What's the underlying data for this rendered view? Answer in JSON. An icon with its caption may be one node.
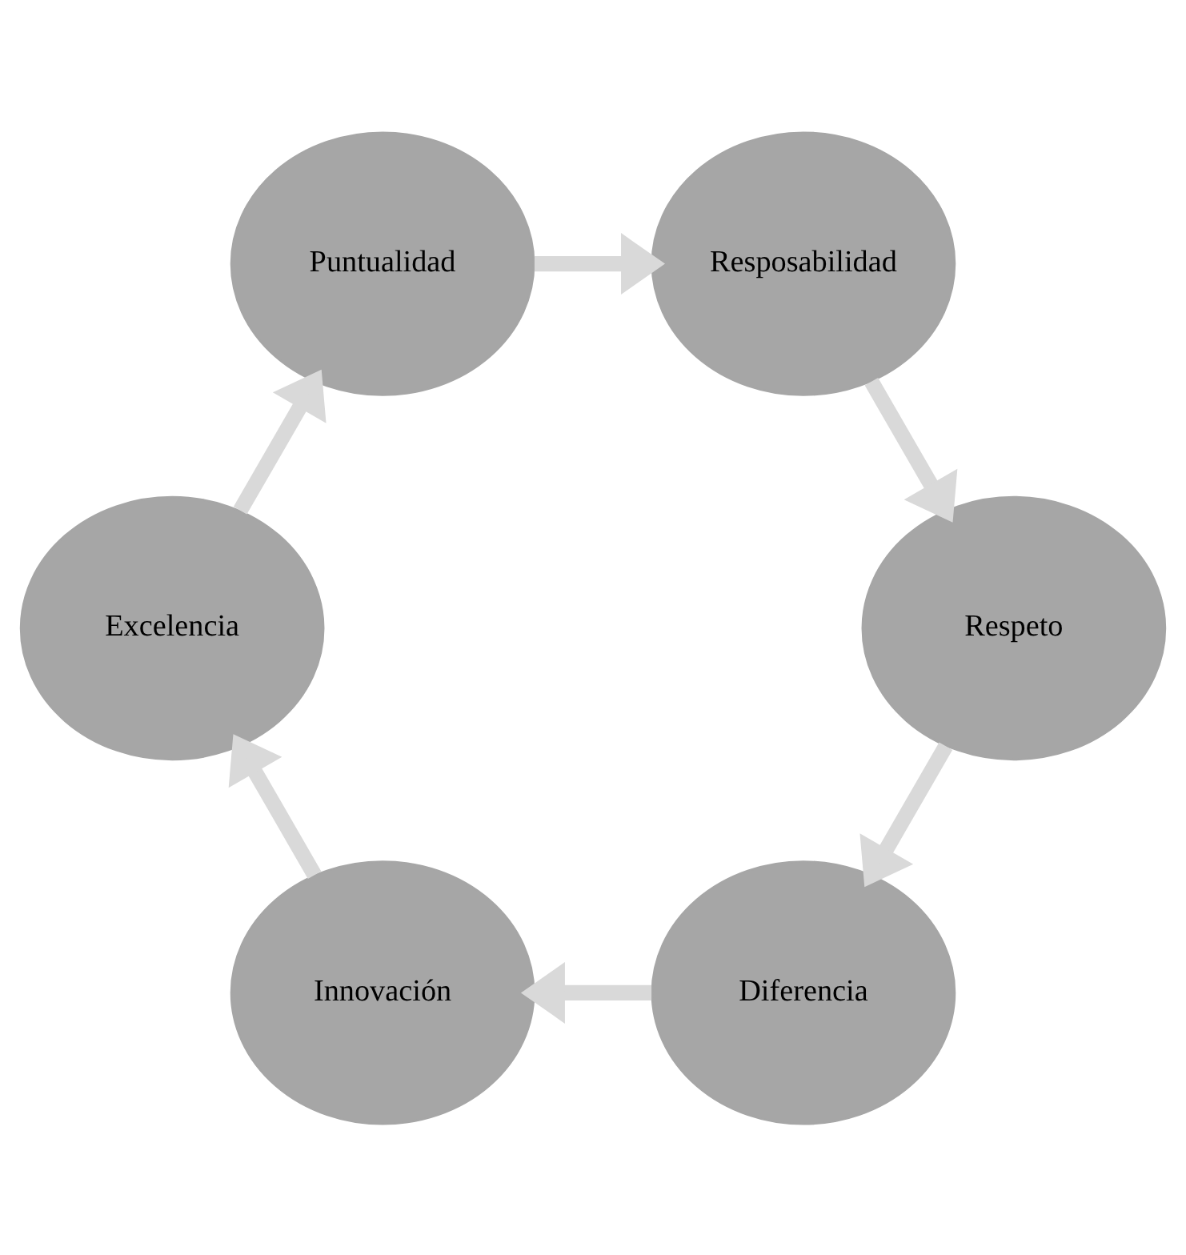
{
  "diagram": {
    "nodes": [
      {
        "text": [
          "Diferencia"
        ]
      },
      {
        "text": [
          "Innovación"
        ]
      },
      {
        "text": [
          "Excelencia"
        ]
      },
      {
        "text": [
          "Puntualidad"
        ]
      },
      {
        "text": [
          "Resposabilidad"
        ]
      },
      {
        "text": [
          "Respeto"
        ]
      }
    ],
    "edges": [
      {
        "from": 0,
        "to": 1,
        "arrow": "to"
      },
      {
        "from": 1,
        "to": 2,
        "arrow": "to"
      },
      {
        "from": 2,
        "to": 3,
        "arrow": "to"
      },
      {
        "from": 3,
        "to": 4,
        "arrow": "to"
      },
      {
        "from": 4,
        "to": 5,
        "arrow": "to"
      },
      {
        "from": 5,
        "to": 0,
        "arrow": "to"
      }
    ]
  }
}
